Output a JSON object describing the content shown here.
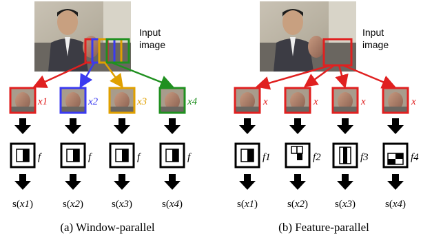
{
  "panels": [
    {
      "caption": "(a) Window-parallel",
      "input_label_line1": "Input",
      "input_label_line2": "image",
      "columns": [
        {
          "window_label": "x1",
          "color": "#e02020",
          "feature_label": "f",
          "output_label": "s(x1)",
          "output_fn": "s(",
          "output_arg": "x1",
          "output_close": ")"
        },
        {
          "window_label": "x2",
          "color": "#3a3af0",
          "feature_label": "f",
          "output_label": "s(x2)",
          "output_fn": "s(",
          "output_arg": "x2",
          "output_close": ")"
        },
        {
          "window_label": "x3",
          "color": "#e0a000",
          "feature_label": "f",
          "output_label": "s(x3)",
          "output_fn": "s(",
          "output_arg": "x3",
          "output_close": ")"
        },
        {
          "window_label": "x4",
          "color": "#209020",
          "feature_label": "f",
          "output_label": "s(x4)",
          "output_fn": "s(",
          "output_arg": "x4",
          "output_close": ")"
        }
      ]
    },
    {
      "caption": "(b) Feature-parallel",
      "input_label_line1": "Input",
      "input_label_line2": "image",
      "columns": [
        {
          "window_label": "x",
          "color": "#e02020",
          "feature_label": "f1",
          "output_fn": "s(",
          "output_arg": "x1",
          "output_close": ")"
        },
        {
          "window_label": "x",
          "color": "#e02020",
          "feature_label": "f2",
          "output_fn": "s(",
          "output_arg": "x2",
          "output_close": ")"
        },
        {
          "window_label": "x",
          "color": "#e02020",
          "feature_label": "f3",
          "output_fn": "s(",
          "output_arg": "x3",
          "output_close": ")"
        },
        {
          "window_label": "x",
          "color": "#e02020",
          "feature_label": "f4",
          "output_fn": "s(",
          "output_arg": "x4",
          "output_close": ")"
        }
      ]
    }
  ],
  "colors": {
    "window_red": "#e02020",
    "window_blue": "#3a3af0",
    "window_yellow": "#e0a000",
    "window_green": "#209020",
    "arrow_black": "#000000"
  }
}
